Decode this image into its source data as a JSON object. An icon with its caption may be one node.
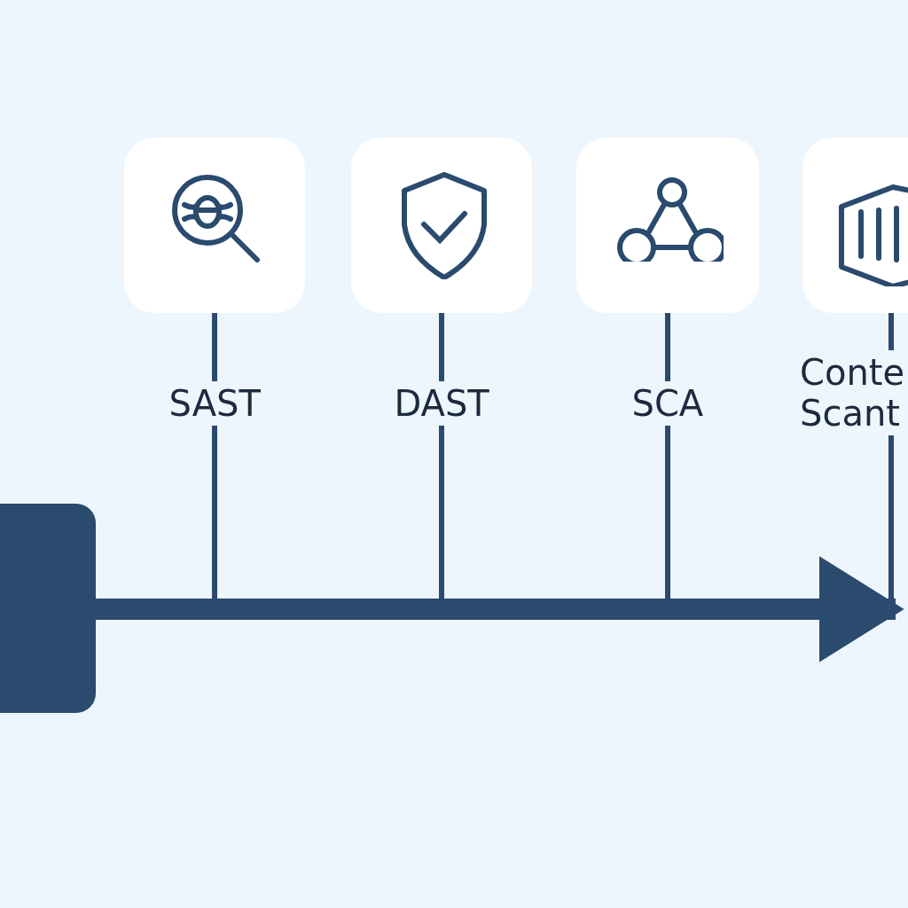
{
  "diagram": {
    "nodes": [
      {
        "text": [],
        "shape": "box"
      },
      {
        "text": [],
        "shape": "box"
      },
      {
        "text": [],
        "shape": "box"
      },
      {
        "text": [],
        "shape": "box"
      },
      {
        "text": [],
        "shape": "box"
      }
    ],
    "edges": [
      {
        "from": 0,
        "to": null,
        "arrow": "to",
        "style": "thick"
      },
      {
        "from": 1,
        "to": null,
        "arrow": "none",
        "label": "SAST"
      },
      {
        "from": 2,
        "to": null,
        "arrow": "none",
        "label": "DAST"
      },
      {
        "from": 3,
        "to": null,
        "arrow": "none",
        "label": "SCA"
      },
      {
        "from": 4,
        "to": null,
        "arrow": "none",
        "label": "Conte Scant"
      }
    ]
  }
}
